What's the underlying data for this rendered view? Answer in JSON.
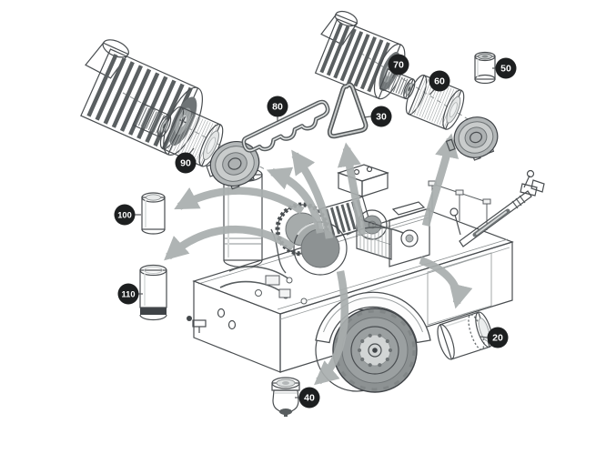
{
  "diagram": {
    "subject": "exploded service-parts view of a trailer-mounted portable air compressor",
    "callouts": [
      {
        "label": "20",
        "part": "spin-on-oil-filter"
      },
      {
        "label": "30",
        "part": "drive-v-belt"
      },
      {
        "label": "40",
        "part": "fuel-filter-bowl"
      },
      {
        "label": "50",
        "part": "filter-canister"
      },
      {
        "label": "60",
        "part": "air-filter-element"
      },
      {
        "label": "70",
        "part": "air-filter-safety-element"
      },
      {
        "label": "80",
        "part": "valve-cover-gasket"
      },
      {
        "label": "90",
        "part": "air-filter-element"
      },
      {
        "label": "100",
        "part": "filter-cartridge"
      },
      {
        "label": "110",
        "part": "filter-cartridge"
      }
    ],
    "colors": {
      "line": "#494d50",
      "badge_bg": "#1d1f20",
      "badge_text": "#ffffff",
      "arrow": "#a9aeae",
      "fill_light": "#eceeee",
      "fill_mid": "#c9cccc",
      "fill_dark": "#5a5f61",
      "tire": "#8d9293"
    }
  }
}
